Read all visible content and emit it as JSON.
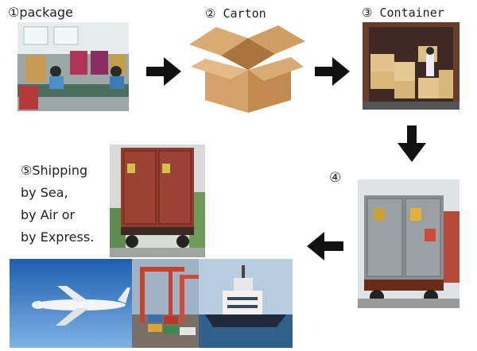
{
  "steps": {
    "package": "①package",
    "carton": "② Carton",
    "container": "③ Container",
    "loading": "④"
  },
  "shipping": {
    "line1": "⑤Shipping",
    "line2": "by Sea,",
    "line3": "by Air or",
    "line4": "by Express."
  },
  "colors": {
    "arrow": "#111111",
    "carton": "#d4a26a",
    "container": "#8f3a2e",
    "sky": "#3f7fc8",
    "sea": "#2f5f8a"
  },
  "icons": {
    "arrow": "arrow-icon"
  }
}
